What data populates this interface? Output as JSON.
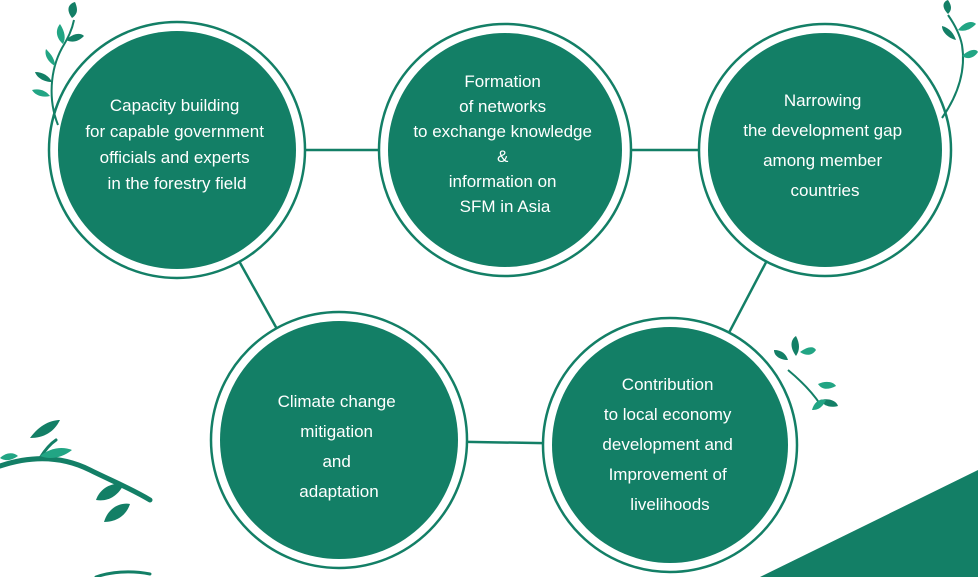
{
  "colors": {
    "circle_fill": "#137f66",
    "circle_ring": "#137f66",
    "connector": "#137f66",
    "leaf_dark": "#137f66",
    "leaf_light": "#22a584",
    "text": "#ffffff"
  },
  "nodes": [
    {
      "id": "capacity-building",
      "lines": [
        "Capacity building",
        "for capable government",
        "officials and experts",
        "in the forestry field"
      ]
    },
    {
      "id": "formation-of-networks",
      "lines": [
        "Formation",
        "of networks",
        "to exchange knowledge",
        "&",
        "information on",
        "SFM in Asia"
      ]
    },
    {
      "id": "narrowing-gap",
      "lines": [
        "Narrowing",
        "the development gap",
        "among member",
        "countries"
      ]
    },
    {
      "id": "climate-change",
      "lines": [
        "Climate change",
        "mitigation",
        "and",
        "adaptation"
      ]
    },
    {
      "id": "local-economy",
      "lines": [
        "Contribution",
        "to local economy",
        "development and",
        "Improvement of",
        "livelihoods"
      ]
    }
  ],
  "edges": [
    [
      "capacity-building",
      "formation-of-networks"
    ],
    [
      "formation-of-networks",
      "narrowing-gap"
    ],
    [
      "capacity-building",
      "climate-change"
    ],
    [
      "narrowing-gap",
      "local-economy"
    ],
    [
      "climate-change",
      "local-economy"
    ]
  ],
  "decorations": [
    "leaf-sprig-top-left",
    "leaf-sprig-top-right",
    "leaf-sprig-right-middle",
    "branch-bottom-left",
    "green-band-bottom-right"
  ]
}
